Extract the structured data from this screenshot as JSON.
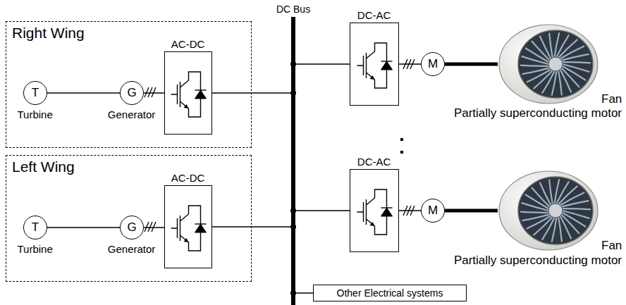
{
  "diagram": {
    "nodes": [
      {
        "text": [
          "Right Wing"
        ]
      },
      {
        "text": [
          "T",
          "Turbine"
        ],
        "in": 0
      },
      {
        "text": [
          "G",
          "Generator"
        ],
        "in": 0
      },
      {
        "text": [
          "AC-DC"
        ],
        "in": 0
      },
      {
        "text": [
          "Left Wing"
        ]
      },
      {
        "text": [
          "T",
          "Turbine"
        ],
        "in": 4
      },
      {
        "text": [
          "G",
          "Generator"
        ],
        "in": 4
      },
      {
        "text": [
          "AC-DC"
        ],
        "in": 4
      },
      {
        "text": [
          "DC Bus"
        ]
      },
      {
        "text": [
          "DC-AC"
        ]
      },
      {
        "text": [
          "M"
        ]
      },
      {
        "text": [
          "Fan"
        ]
      },
      {
        "text": [
          "DC-AC"
        ]
      },
      {
        "text": [
          "M"
        ]
      },
      {
        "text": [
          "Fan"
        ]
      },
      {
        "text": [
          "Other Electrical systems"
        ]
      }
    ],
    "edges": [
      {
        "from": 1,
        "to": 2,
        "arrow": "none"
      },
      {
        "from": 2,
        "to": 3,
        "arrow": "none"
      },
      {
        "from": 3,
        "to": 8,
        "arrow": "none"
      },
      {
        "from": 5,
        "to": 6,
        "arrow": "none"
      },
      {
        "from": 6,
        "to": 7,
        "arrow": "none"
      },
      {
        "from": 7,
        "to": 8,
        "arrow": "none"
      },
      {
        "from": 8,
        "to": 9,
        "arrow": "none"
      },
      {
        "from": 9,
        "to": 10,
        "arrow": "none"
      },
      {
        "from": 10,
        "to": 11,
        "arrow": "none"
      },
      {
        "from": 8,
        "to": 12,
        "arrow": "none"
      },
      {
        "from": 12,
        "to": 13,
        "arrow": "none"
      },
      {
        "from": 13,
        "to": 14,
        "arrow": "none"
      },
      {
        "from": 8,
        "to": 15,
        "arrow": "none"
      }
    ],
    "labels": [
      "Partially superconducting motor",
      "Partially superconducting motor"
    ]
  }
}
